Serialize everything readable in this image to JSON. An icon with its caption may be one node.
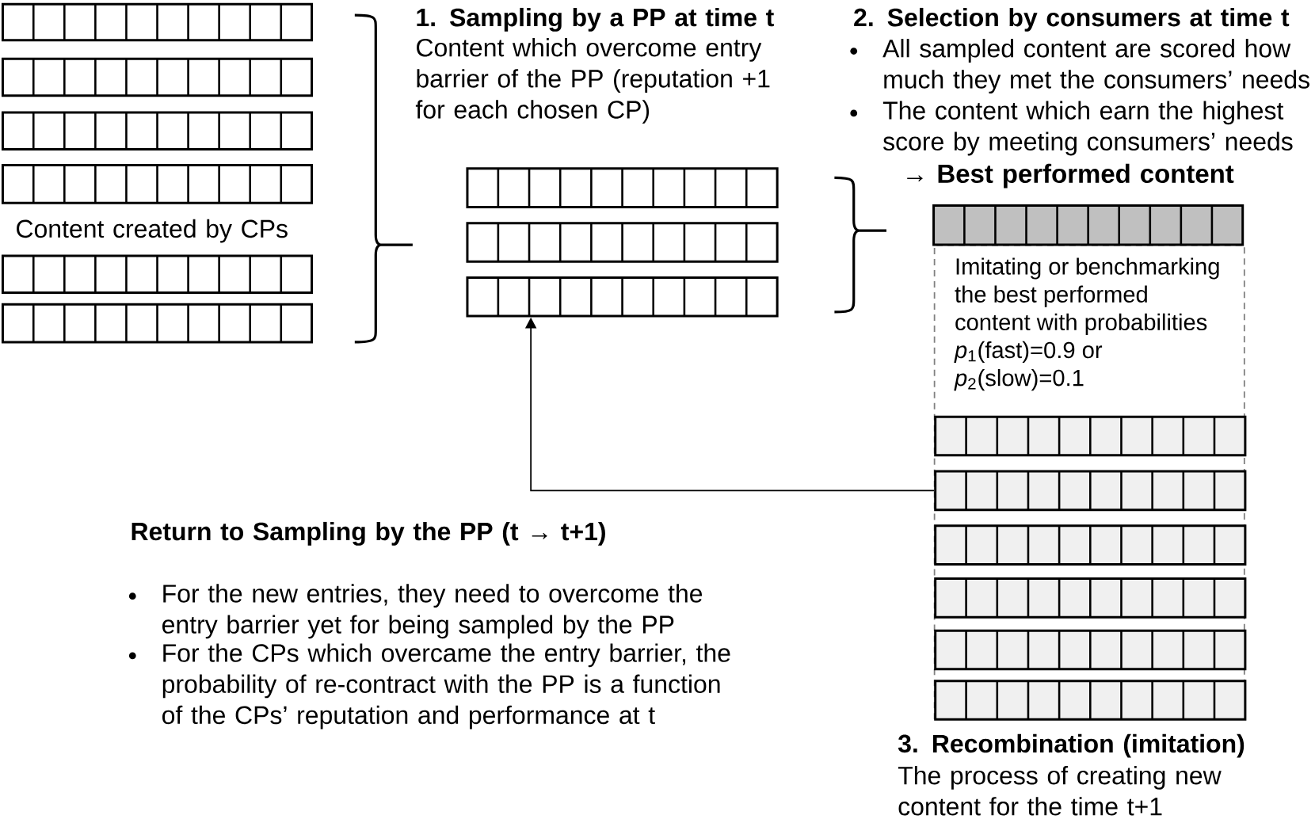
{
  "diagram": {
    "nodes": [
      {
        "text": [],
        "shape": "bar"
      },
      {
        "text": [],
        "shape": "bar"
      },
      {
        "text": [],
        "shape": "bar"
      },
      {
        "text": [],
        "shape": "bar"
      },
      {
        "text": [],
        "shape": "bar"
      },
      {
        "text": [],
        "shape": "bar"
      },
      {
        "text": [],
        "shape": "bar"
      },
      {
        "text": [],
        "shape": "bar"
      },
      {
        "text": [],
        "shape": "bar"
      },
      {
        "text": [],
        "shape": "bar",
        "beside": [
          "→ Best performed content"
        ]
      },
      {
        "text": [
          "Imitating or benchmarking the best performed content with probabilities *p*$_{1}$(fast)=0.9 or *p*$_{2}$(slow)=0.1"
        ]
      },
      {
        "text": [],
        "shape": "bar",
        "in": 10
      },
      {
        "text": [],
        "shape": "bar",
        "in": 10
      },
      {
        "text": [],
        "shape": "bar",
        "in": 10
      },
      {
        "text": [],
        "shape": "bar",
        "in": 10
      },
      {
        "text": [],
        "shape": "bar",
        "in": 10
      },
      {
        "text": [],
        "shape": "bar",
        "in": 10
      }
    ],
    "edges": [
      {
        "from": 12,
        "to": 8,
        "arrow": "to"
      }
    ],
    "labels": [
      "1. Sampling by a PP at time t",
      "Content which overcome entry barrier of the PP (reputation +1 for each chosen CP)",
      "2. Selection by consumers at time t",
      "All sampled content are scored how much they met the consumers’ needs",
      "The content which earn the highest score by meeting consumers’ needs",
      "Content created by CPs",
      "Return to Sampling by the PP (t → t+1)",
      "For the new entries, they need to overcome the entry barrier yet for being sampled by the PP",
      "For the CPs which overcame the entry barrier, the probability of re-contract with the PP is a function of the CPs’ reputation and performance at t",
      "3. Recombination (imitation)",
      "The process of creating new content for the time t+1"
    ]
  }
}
